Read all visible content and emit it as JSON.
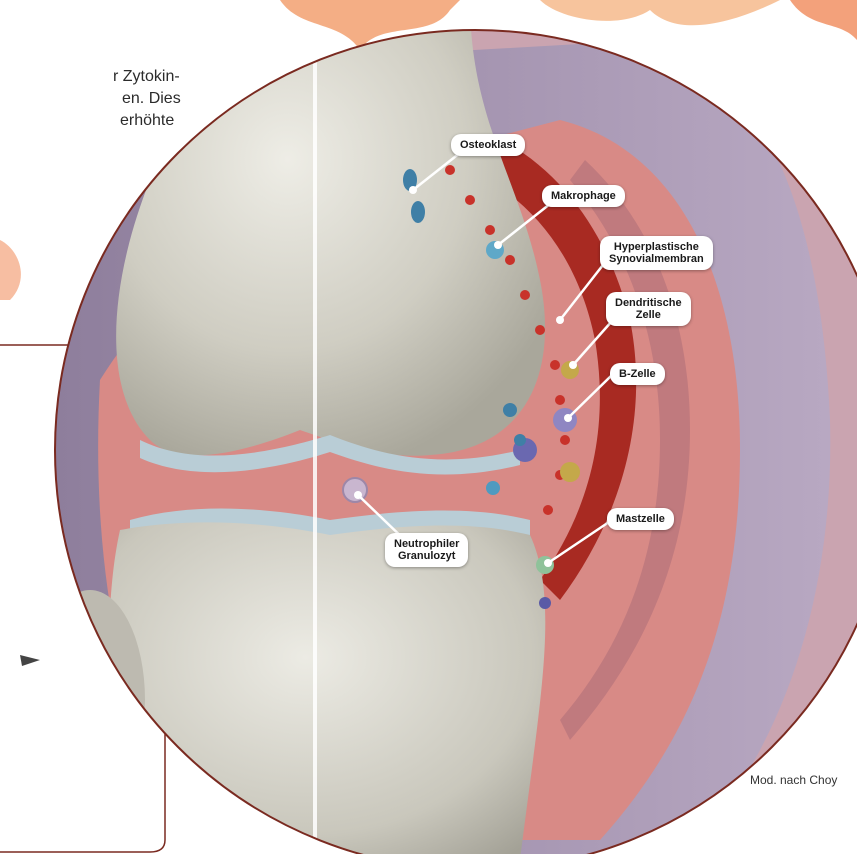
{
  "background_text": [
    "r Zytokin-",
    "en. Dies",
    "erhöhte"
  ],
  "labels": {
    "osteoklast": "Osteoklast",
    "makrophage": "Makrophage",
    "hyperplastische": "Hyperplastische\nSynovialmembran",
    "dendritische": "Dendritische\nZelle",
    "bzelle": "B-Zelle",
    "mastzelle": "Mastzelle",
    "neutrophiler": "Neutrophiler\nGranulozyt"
  },
  "credit": "Mod. nach Choy",
  "colors": {
    "circle_border": "#7a2a20",
    "bone": "#d8d6cc",
    "synovium": "#a08aaa",
    "inflamed": "#b52b22",
    "cartilage": "#b9cdd6"
  }
}
